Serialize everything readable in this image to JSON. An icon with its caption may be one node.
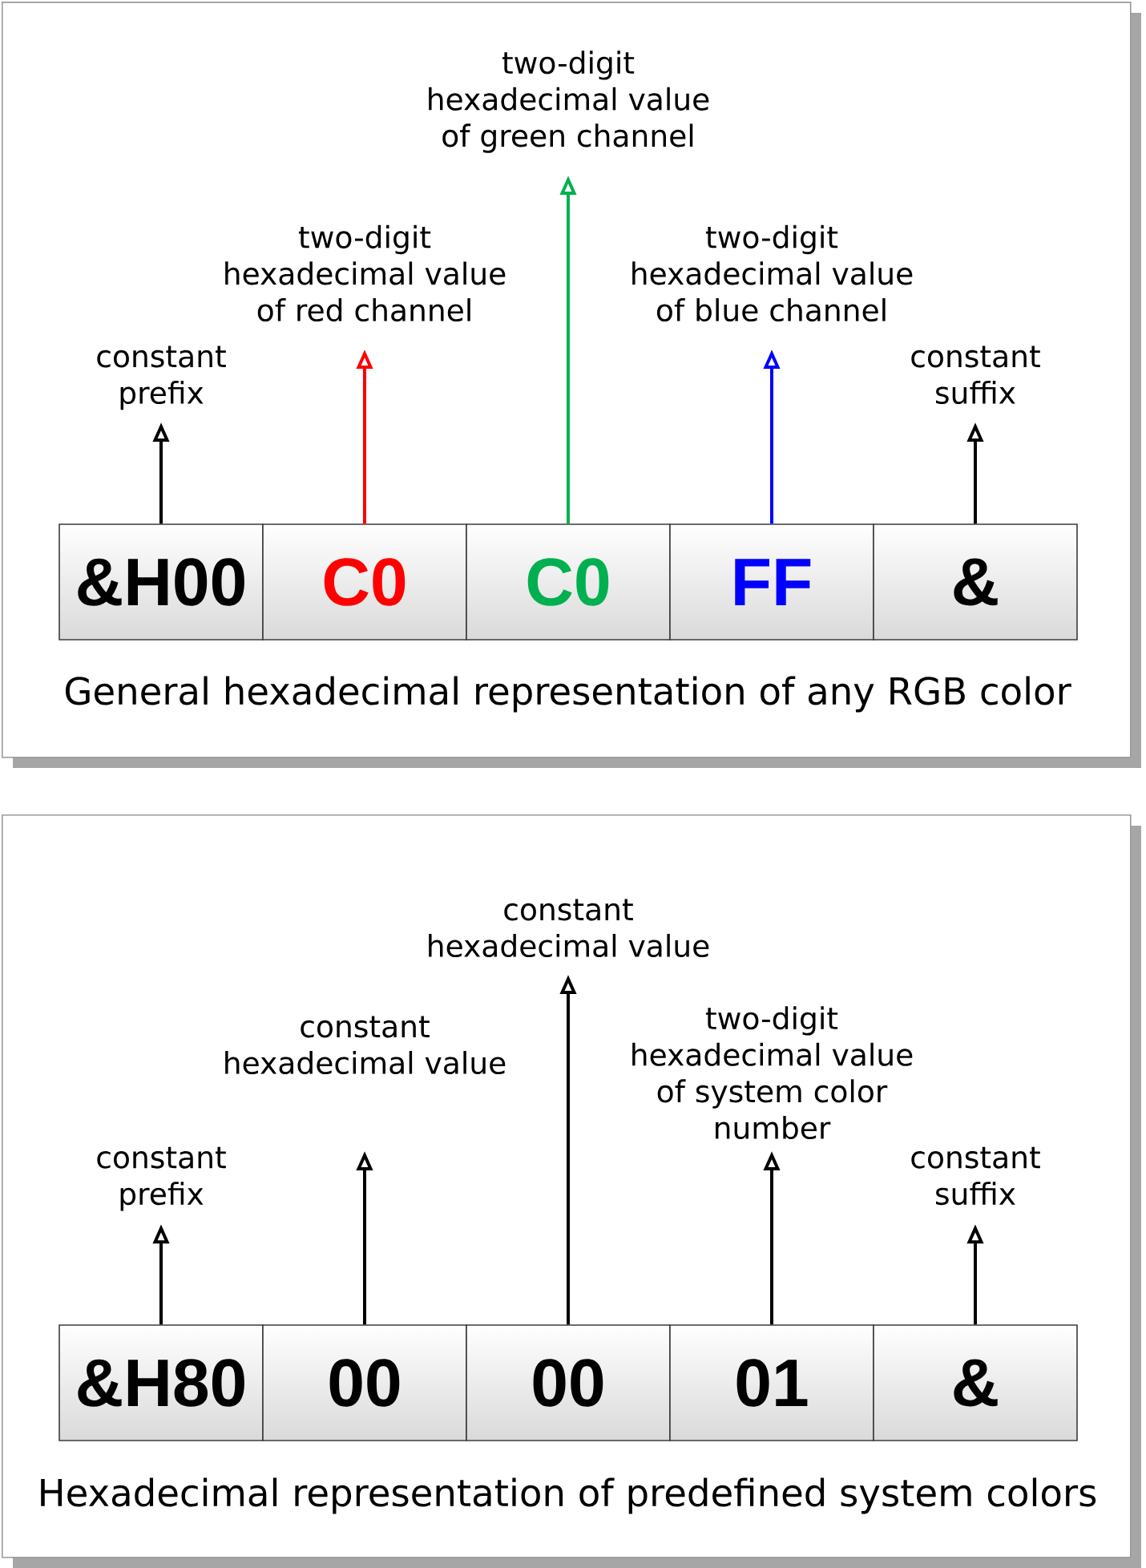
{
  "diagram": {
    "nodes": [
      {
        "text": [
          "General hexadecimal representation of any RGB color"
        ]
      },
      {
        "text": [
          "constant prefix"
        ],
        "in": 0
      },
      {
        "text": [
          "two-digit hexadecimal value of red channel"
        ],
        "in": 0
      },
      {
        "text": [
          "two-digit hexadecimal value of green channel"
        ],
        "in": 0
      },
      {
        "text": [
          "two-digit hexadecimal value of blue channel"
        ],
        "in": 0
      },
      {
        "text": [
          "constant suffix"
        ],
        "in": 0
      },
      {
        "text": [
          "&H00"
        ],
        "in": 0
      },
      {
        "text": [
          "C0"
        ],
        "in": 0
      },
      {
        "text": [
          "C0"
        ],
        "in": 0
      },
      {
        "text": [
          "FF"
        ],
        "in": 0
      },
      {
        "text": [
          "&"
        ],
        "in": 0
      },
      {
        "text": [
          "Hexadecimal representation of predefined system colors"
        ]
      },
      {
        "text": [
          "constant prefix"
        ],
        "in": 11
      },
      {
        "text": [
          "constant hexadecimal value"
        ],
        "in": 11
      },
      {
        "text": [
          "constant hexadecimal value"
        ],
        "in": 11
      },
      {
        "text": [
          "two-digit hexadecimal value of system color number"
        ],
        "in": 11
      },
      {
        "text": [
          "constant suffix"
        ],
        "in": 11
      },
      {
        "text": [
          "&H80"
        ],
        "in": 11
      },
      {
        "text": [
          "00"
        ],
        "in": 11
      },
      {
        "text": [
          "00"
        ],
        "in": 11
      },
      {
        "text": [
          "01"
        ],
        "in": 11
      },
      {
        "text": [
          "&"
        ],
        "in": 11
      }
    ],
    "edges": [
      {
        "from": 6,
        "to": 1,
        "arrow": "to"
      },
      {
        "from": 7,
        "to": 2,
        "arrow": "to",
        "color": "#ff0000"
      },
      {
        "from": 8,
        "to": 3,
        "arrow": "to",
        "color": "#00b050"
      },
      {
        "from": 9,
        "to": 4,
        "arrow": "to",
        "color": "#0000ff"
      },
      {
        "from": 10,
        "to": 5,
        "arrow": "to"
      },
      {
        "from": 17,
        "to": 12,
        "arrow": "to"
      },
      {
        "from": 18,
        "to": 13,
        "arrow": "to"
      },
      {
        "from": 19,
        "to": 14,
        "arrow": "to"
      },
      {
        "from": 20,
        "to": 15,
        "arrow": "to"
      },
      {
        "from": 21,
        "to": 16,
        "arrow": "to"
      }
    ]
  }
}
